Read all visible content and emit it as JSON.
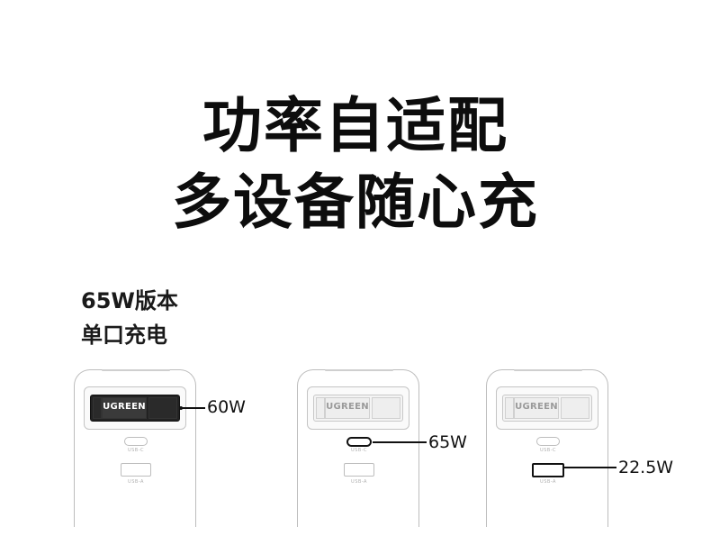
{
  "headline": {
    "line1": "功率自适配",
    "line2": "多设备随心充"
  },
  "subtitle": {
    "line1": "65W版本",
    "line2": "单口充电"
  },
  "brand": "UGREEN",
  "port_labels": {
    "usb_c": "USB-C",
    "usb_a": "USB-A"
  },
  "chargers": [
    {
      "active_port": "ac-plug",
      "watt": "60W"
    },
    {
      "active_port": "usb-c",
      "watt": "65W"
    },
    {
      "active_port": "usb-a",
      "watt": "22.5W"
    }
  ],
  "colors": {
    "active": "#111111",
    "inactive": "#bdbdbd",
    "background": "#ffffff"
  }
}
